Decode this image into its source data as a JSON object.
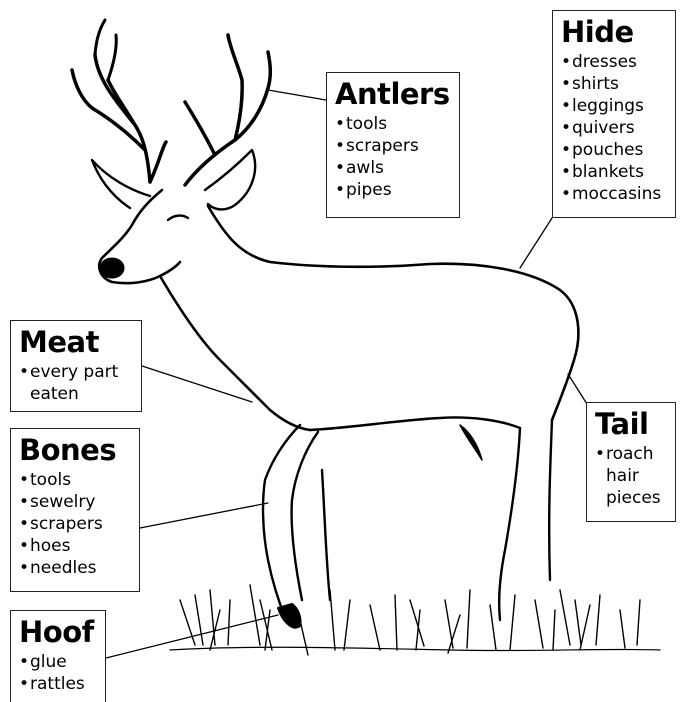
{
  "labels": {
    "antlers": {
      "title": "Antlers",
      "items": [
        "tools",
        "scrapers",
        "awls",
        "pipes"
      ]
    },
    "hide": {
      "title": "Hide",
      "items": [
        "dresses",
        "shirts",
        "leggings",
        "quivers",
        "pouches",
        "blankets",
        "moccasins"
      ]
    },
    "meat": {
      "title": "Meat",
      "items": [
        "every part",
        "eaten"
      ]
    },
    "bones": {
      "title": "Bones",
      "items": [
        "tools",
        "sewelry",
        "scrapers",
        "hoes",
        "needles"
      ]
    },
    "tail": {
      "title": "Tail",
      "items": [
        "roach",
        "hair",
        "pieces"
      ]
    },
    "hoof": {
      "title": "Hoof",
      "items": [
        "glue",
        "rattles"
      ]
    }
  }
}
